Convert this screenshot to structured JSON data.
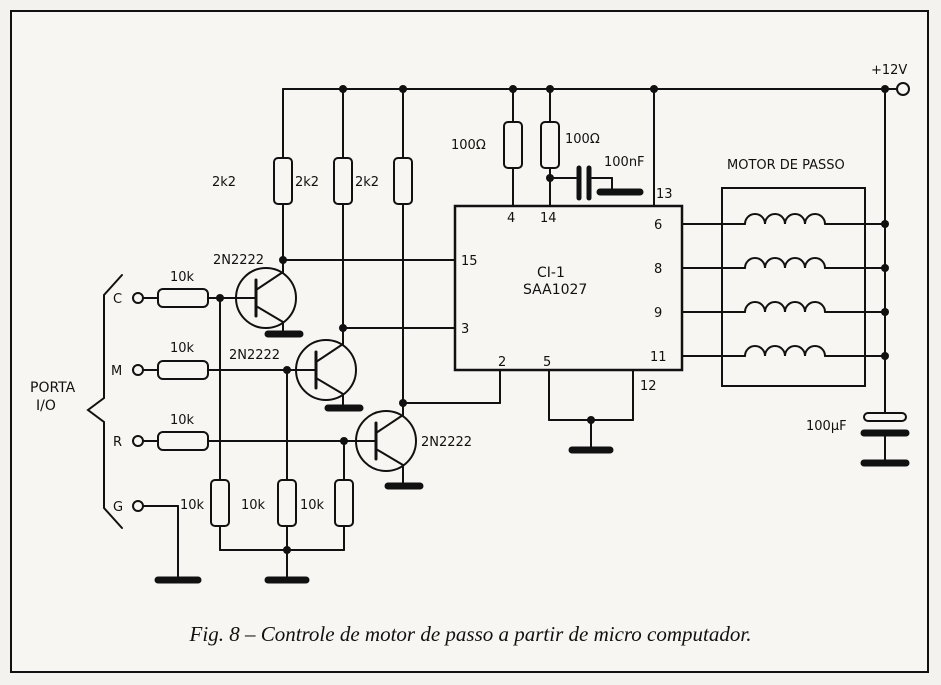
{
  "figure": {
    "caption": "Fig. 8 – Controle de motor de passo a partir de micro computador."
  },
  "supply": {
    "label": "+12V"
  },
  "port": {
    "title_line1": "PORTA",
    "title_line2": "I/O",
    "pins": [
      "C",
      "M",
      "R",
      "G"
    ]
  },
  "resistors": {
    "base_1": "10k",
    "base_2": "10k",
    "base_3": "10k",
    "pull_1": "2k2",
    "pull_2": "2k2",
    "pull_3": "2k2",
    "down_1": "10k",
    "down_2": "10k",
    "down_3": "10k",
    "ic_1": "100Ω",
    "ic_2": "100Ω"
  },
  "capacitors": {
    "ic_cap": "100nF",
    "supply_cap": "100µF"
  },
  "transistors": {
    "t1": "2N2222",
    "t2": "2N2222",
    "t3": "2N2222"
  },
  "ic": {
    "name": "CI-1",
    "part": "SAA1027",
    "pins_top": [
      "4",
      "14",
      "13"
    ],
    "pins_left": [
      "15",
      "3"
    ],
    "pins_bottom": [
      "2",
      "5",
      "12"
    ],
    "pins_right": [
      "6",
      "8",
      "9",
      "11"
    ]
  },
  "motor": {
    "label": "MOTOR DE PASSO"
  }
}
